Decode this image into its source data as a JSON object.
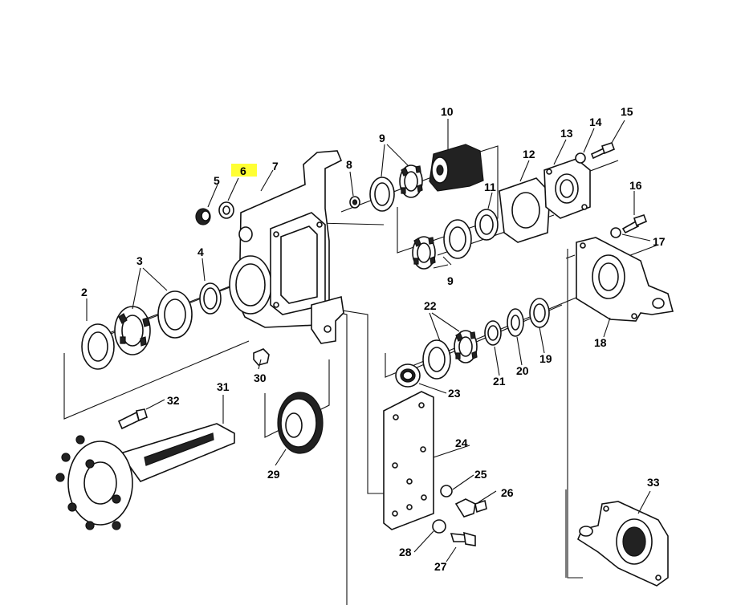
{
  "highlight": {
    "label": "6",
    "color": "#ffff33"
  },
  "callouts": [
    {
      "id": "c2",
      "text": "2"
    },
    {
      "id": "c3",
      "text": "3"
    },
    {
      "id": "c4",
      "text": "4"
    },
    {
      "id": "c5",
      "text": "5"
    },
    {
      "id": "c6",
      "text": "6"
    },
    {
      "id": "c7",
      "text": "7"
    },
    {
      "id": "c8",
      "text": "8"
    },
    {
      "id": "c9a",
      "text": "9"
    },
    {
      "id": "c9b",
      "text": "9"
    },
    {
      "id": "c10",
      "text": "10"
    },
    {
      "id": "c11",
      "text": "11"
    },
    {
      "id": "c12",
      "text": "12"
    },
    {
      "id": "c13",
      "text": "13"
    },
    {
      "id": "c14",
      "text": "14"
    },
    {
      "id": "c15",
      "text": "15"
    },
    {
      "id": "c16",
      "text": "16"
    },
    {
      "id": "c17",
      "text": "17"
    },
    {
      "id": "c18",
      "text": "18"
    },
    {
      "id": "c19",
      "text": "19"
    },
    {
      "id": "c20",
      "text": "20"
    },
    {
      "id": "c21",
      "text": "21"
    },
    {
      "id": "c22",
      "text": "22"
    },
    {
      "id": "c23",
      "text": "23"
    },
    {
      "id": "c24",
      "text": "24"
    },
    {
      "id": "c25",
      "text": "25"
    },
    {
      "id": "c26",
      "text": "26"
    },
    {
      "id": "c27",
      "text": "27"
    },
    {
      "id": "c28",
      "text": "28"
    },
    {
      "id": "c29",
      "text": "29"
    },
    {
      "id": "c30",
      "text": "30"
    },
    {
      "id": "c31",
      "text": "31"
    },
    {
      "id": "c32",
      "text": "32"
    },
    {
      "id": "c33",
      "text": "33"
    }
  ]
}
